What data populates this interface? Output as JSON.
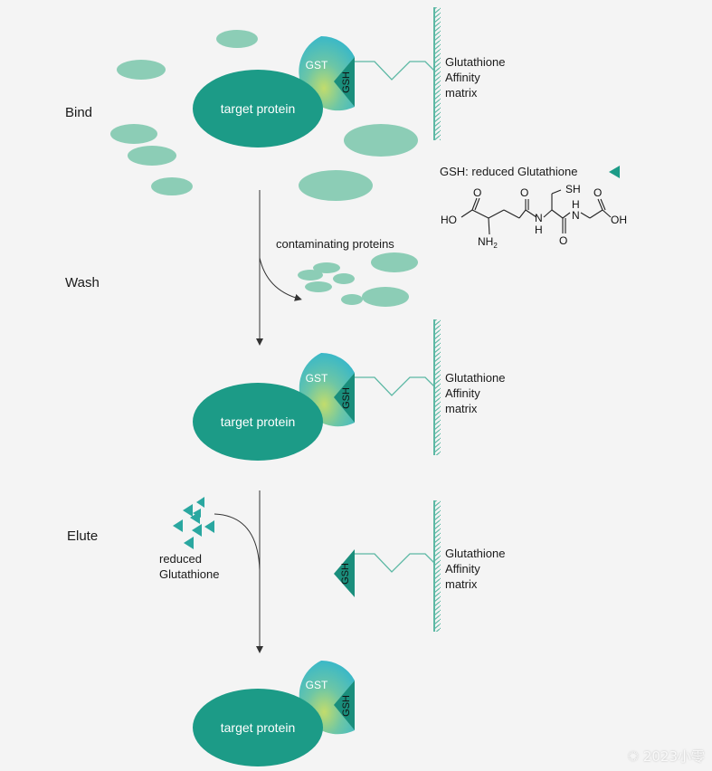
{
  "steps": {
    "bind": "Bind",
    "wash": "Wash",
    "elute": "Elute"
  },
  "labels": {
    "target_protein": "target protein",
    "gst": "GST",
    "gsh": "GSH",
    "matrix_line1": "Glutathione",
    "matrix_line2": "Affinity",
    "matrix_line3": "matrix",
    "contaminating": "contaminating proteins",
    "reduced_line1": "reduced",
    "reduced_line2": "Glutathione",
    "gsh_legend": "GSH: reduced Glutathione"
  },
  "molecule": {
    "ho": "HO",
    "o1": "O",
    "o2": "O",
    "o3": "O",
    "o4": "O",
    "oh": "OH",
    "sh": "SH",
    "nh2": "NH",
    "nh2_sub": "2",
    "n1": "N",
    "h1": "H",
    "n2": "N",
    "h2": "H"
  },
  "watermark": "2023小零",
  "colors": {
    "target": "#1c9b87",
    "gst": "#3cbbc7",
    "contaminant": "#8ccdb6",
    "matrix": "#5cb8a4",
    "arrow": "#333333"
  }
}
